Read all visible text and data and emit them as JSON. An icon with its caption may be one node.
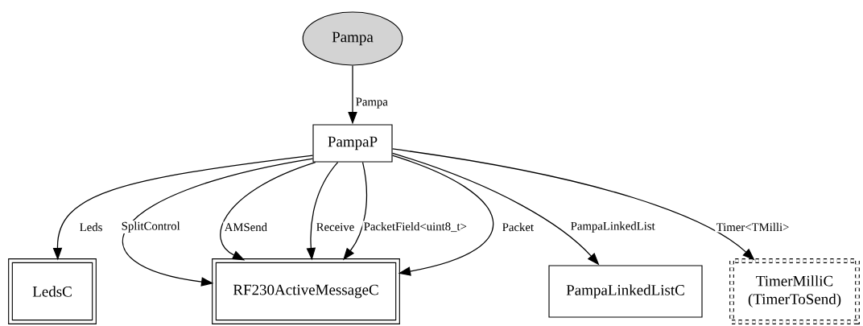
{
  "diagram": {
    "nodes": [
      {
        "text": [
          "Pampa"
        ]
      },
      {
        "text": [
          "PampaP"
        ]
      },
      {
        "text": [
          "LedsC"
        ]
      },
      {
        "text": [
          "RF230ActiveMessageC"
        ]
      },
      {
        "text": [
          "PampaLinkedListC"
        ]
      },
      {
        "text": [
          "TimerMilliC (TimerToSend)"
        ]
      }
    ],
    "edges": [
      {
        "from": 0,
        "to": 1,
        "arrow": "to",
        "label": "Pampa"
      },
      {
        "from": 1,
        "to": 2,
        "arrow": "to",
        "label": "Leds"
      },
      {
        "from": 1,
        "to": 3,
        "arrow": "to",
        "label": "SplitControl"
      },
      {
        "from": 1,
        "to": 3,
        "arrow": "to",
        "label": "AMSend"
      },
      {
        "from": 1,
        "to": 3,
        "arrow": "to",
        "label": "Receive"
      },
      {
        "from": 1,
        "to": 3,
        "arrow": "to",
        "label": "PacketField<uint8_t>"
      },
      {
        "from": 1,
        "to": 3,
        "arrow": "to",
        "label": "Packet"
      },
      {
        "from": 1,
        "to": 4,
        "arrow": "to",
        "label": "PampaLinkedList"
      },
      {
        "from": 1,
        "to": 5,
        "arrow": "to",
        "label": "Timer<TMilli>"
      }
    ]
  }
}
